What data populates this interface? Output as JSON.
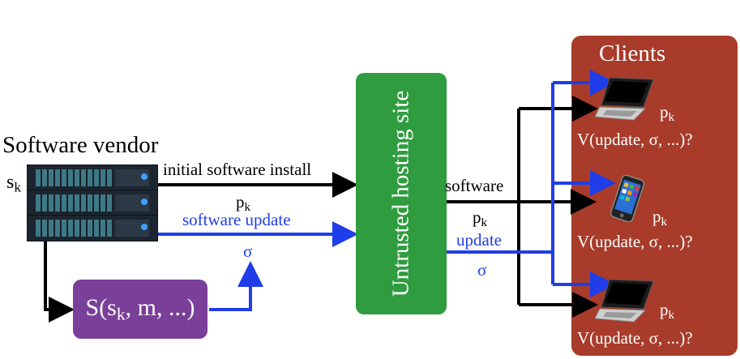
{
  "vendor": {
    "title": "Software vendor",
    "key_label": "s",
    "key_sub": "k",
    "install_label": "initial software install",
    "pubkey_label": "p",
    "pubkey_sub": "k",
    "update_label": "software update",
    "sigma_label": "σ",
    "sign_fn": {
      "prefix": "S(s",
      "sub": "k",
      "suffix": ", m, ...)"
    },
    "server_icon": "server-rack-icon"
  },
  "hosting": {
    "label": "Untrusted hosting site",
    "software_label": "software",
    "pubkey_label": "p",
    "pubkey_sub": "k",
    "update_label": "update",
    "sigma_label": "σ"
  },
  "clients": {
    "title": "Clients",
    "items": [
      {
        "device_icon": "laptop-icon",
        "pubkey": "p",
        "pubkey_sub": "k",
        "verify": "V(update, σ, ...)?"
      },
      {
        "device_icon": "smartphone-icon",
        "pubkey": "p",
        "pubkey_sub": "k",
        "verify": "V(update, σ, ...)?"
      },
      {
        "device_icon": "laptop-icon",
        "pubkey": "p",
        "pubkey_sub": "k",
        "verify": "V(update, σ, ...)?"
      }
    ]
  },
  "colors": {
    "software_flow": "#000000",
    "update_flow": "#1f3de8",
    "hosting_box": "#2f9c3f",
    "sign_box": "#7a3f99",
    "clients_panel": "#a83b2a"
  }
}
